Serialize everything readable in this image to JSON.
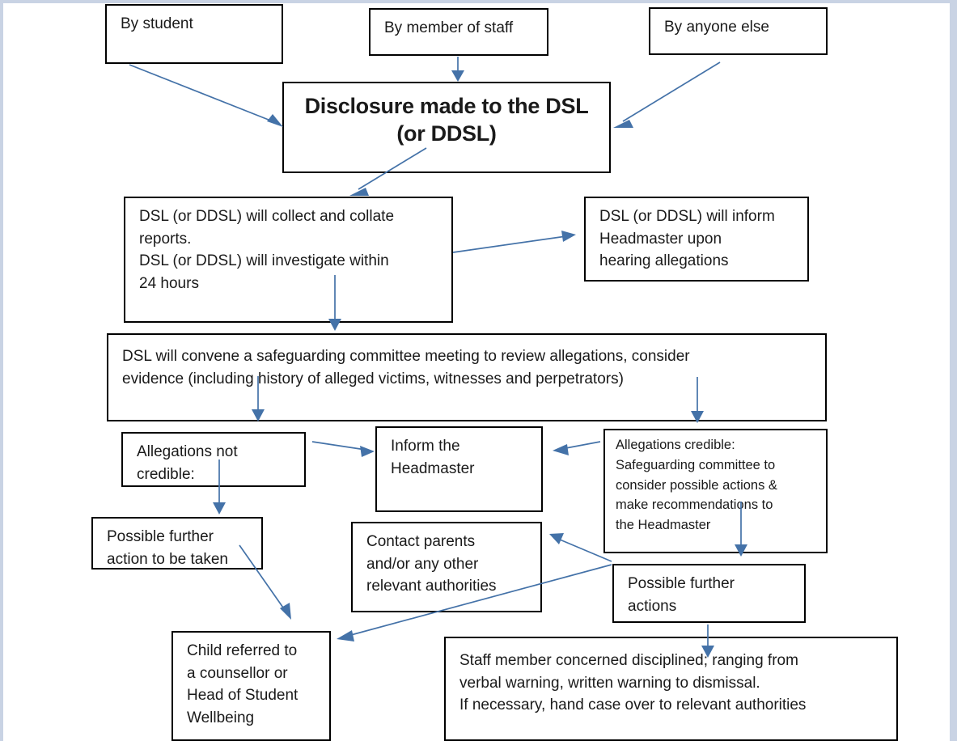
{
  "diagram": {
    "title": "Safeguarding disclosure flowchart",
    "accent_color": "#4472a8",
    "box_border_color": "#000000",
    "background_color": "#ffffff",
    "edge_band_color": "#c9d3e4"
  },
  "nodes": {
    "by_student": "By student",
    "by_member_of_staff": "By member of staff",
    "by_anyone_else": "By anyone else",
    "disclosure": "Disclosure made to the DSL\n(or DDSL)",
    "dsl_collect": "DSL (or DDSL) will collect and collate\nreports.\nDSL (or DDSL) will investigate within\n24 hours",
    "dsl_inform_head": "DSL (or DDSL) will inform\nHeadmaster upon\nhearing allegations",
    "convene_committee": "DSL will convene a safeguarding committee meeting to review allegations, consider\nevidence (including history of alleged victims, witnesses and perpetrators)",
    "allegations_not_credible": "Allegations not\ncredible:",
    "inform_headmaster": "Inform the\nHeadmaster",
    "allegations_credible": "Allegations credible:\nSafeguarding committee to\nconsider possible actions &\nmake recommendations to\nthe Headmaster",
    "possible_further_action": "Possible further\naction to be taken",
    "contact_parents": "Contact parents\nand/or any other\nrelevant authorities",
    "possible_further_actions": "Possible further\nactions",
    "child_referred": "Child referred to\na counsellor or\nHead of Student\nWellbeing",
    "staff_disciplined": "Staff member concerned disciplined; ranging from\nverbal warning, written warning to dismissal.\nIf necessary, hand case over to relevant authorities"
  },
  "edges": [
    {
      "from": "by_student",
      "to": "disclosure",
      "style": "diagonal-arrow"
    },
    {
      "from": "by_member_of_staff",
      "to": "disclosure",
      "style": "vertical-arrow"
    },
    {
      "from": "by_anyone_else",
      "to": "disclosure",
      "style": "diagonal-arrow"
    },
    {
      "from": "disclosure",
      "to": "dsl_collect",
      "style": "diagonal-arrow"
    },
    {
      "from": "dsl_collect",
      "to": "dsl_inform_head",
      "style": "diagonal-arrow"
    },
    {
      "from": "dsl_collect",
      "to": "convene_committee",
      "style": "vertical-arrow"
    },
    {
      "from": "convene_committee",
      "to": "allegations_not_credible",
      "style": "vertical-arrow"
    },
    {
      "from": "convene_committee",
      "to": "allegations_credible",
      "style": "vertical-arrow"
    },
    {
      "from": "allegations_not_credible",
      "to": "inform_headmaster",
      "style": "horizontal-arrow"
    },
    {
      "from": "allegations_credible",
      "to": "inform_headmaster",
      "style": "horizontal-arrow"
    },
    {
      "from": "allegations_not_credible",
      "to": "possible_further_action",
      "style": "vertical-arrow"
    },
    {
      "from": "allegations_credible",
      "to": "possible_further_actions",
      "style": "vertical-arrow"
    },
    {
      "from": "possible_further_action",
      "to": "child_referred",
      "style": "diagonal-arrow"
    },
    {
      "from": "possible_further_actions",
      "to": "contact_parents",
      "style": "diagonal-arrow"
    },
    {
      "from": "possible_further_actions",
      "to": "child_referred",
      "style": "diagonal-arrow"
    },
    {
      "from": "possible_further_actions",
      "to": "staff_disciplined",
      "style": "vertical-arrow"
    }
  ]
}
